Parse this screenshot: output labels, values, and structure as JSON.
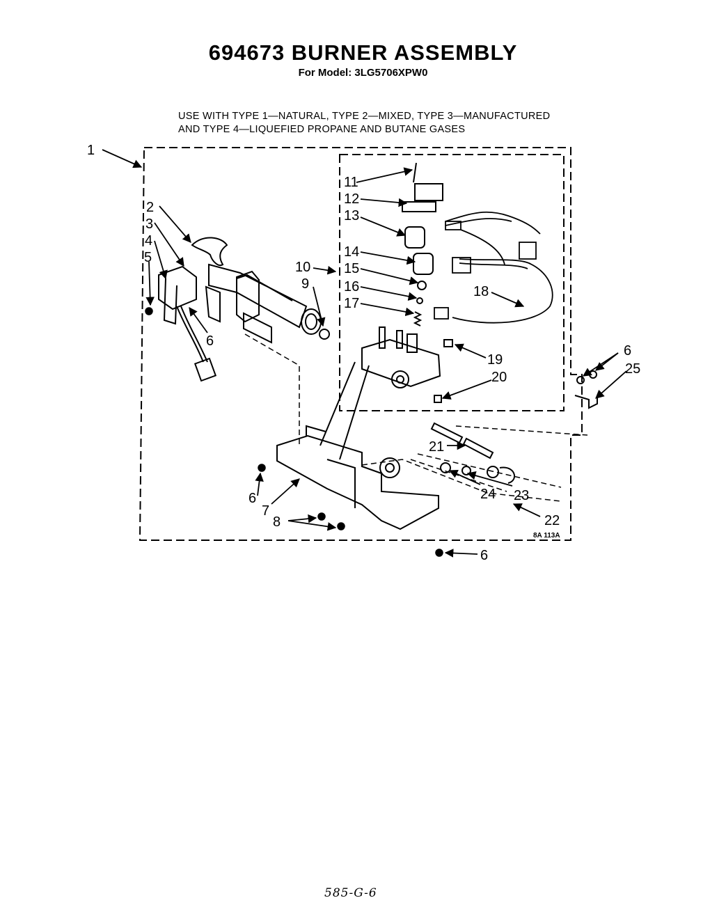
{
  "header": {
    "title": "694673 BURNER ASSEMBLY",
    "model": "For Model: 3LG5706XPW0"
  },
  "note": {
    "line1": "USE WITH TYPE 1—NATURAL, TYPE 2—MIXED, TYPE 3—MANUFACTURED",
    "line2": "AND TYPE 4—LIQUEFIED PROPANE AND BUTANE GASES"
  },
  "callouts": {
    "c1": "1",
    "c2": "2",
    "c3": "3",
    "c4": "4",
    "c5": "5",
    "c6a": "6",
    "c6b": "6",
    "c6c": "6",
    "c6d": "6",
    "c7": "7",
    "c8": "8",
    "c9": "9",
    "c10": "10",
    "c11": "11",
    "c12": "12",
    "c13": "13",
    "c14": "14",
    "c15": "15",
    "c16": "16",
    "c17": "17",
    "c18": "18",
    "c19": "19",
    "c20": "20",
    "c21": "21",
    "c22": "22",
    "c23": "23",
    "c24": "24",
    "c25": "25"
  },
  "diagram_code": "8A 113A",
  "footer": "585-G-6"
}
